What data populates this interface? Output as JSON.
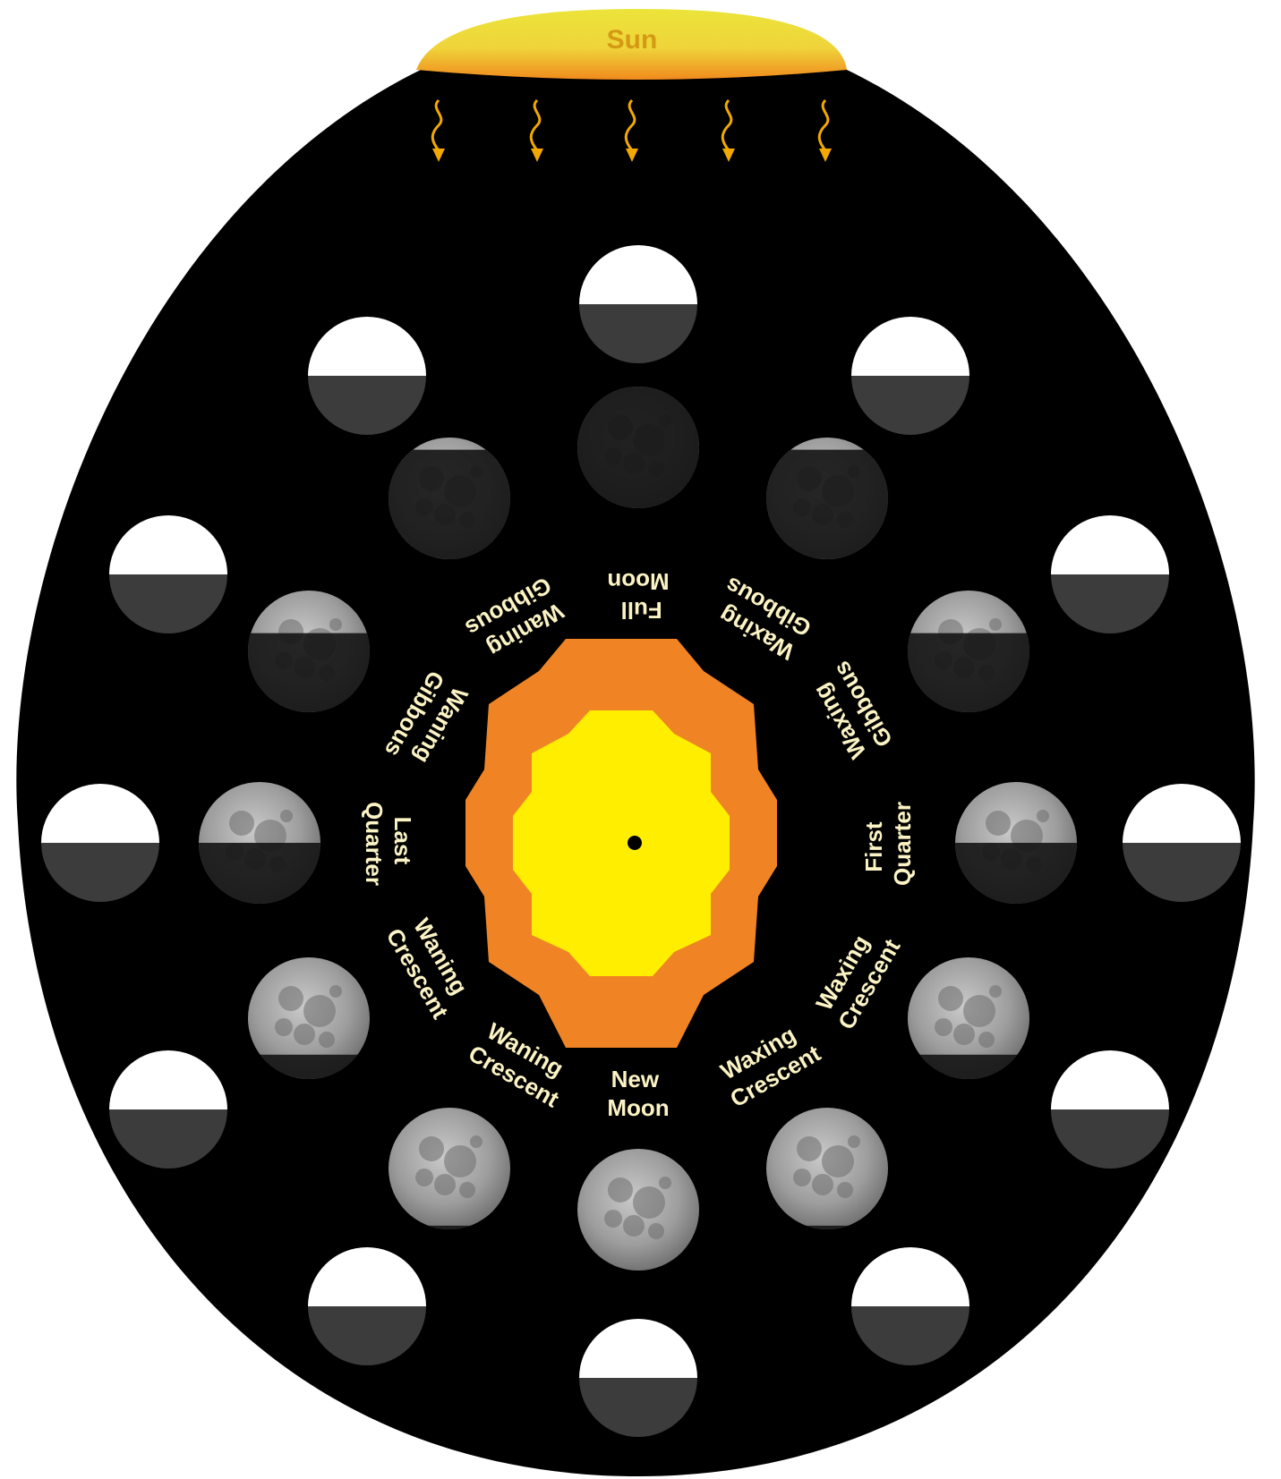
{
  "sun": {
    "label": "Sun"
  },
  "phase_labels": {
    "full_moon": [
      "Full",
      "Moon"
    ],
    "waxing_gibbous_1": [
      "Waxing",
      "Gibbous"
    ],
    "waxing_gibbous_2": [
      "Waxing",
      "Gibbous"
    ],
    "first_quarter": [
      "First",
      "Quarter"
    ],
    "waxing_crescent_1": [
      "Waxing",
      "Crescent"
    ],
    "waxing_crescent_2": [
      "Waxing",
      "Crescent"
    ],
    "new_moon": [
      "New",
      "Moon"
    ],
    "waning_crescent_1": [
      "Waning",
      "Crescent"
    ],
    "waning_crescent_2": [
      "Waning",
      "Crescent"
    ],
    "last_quarter": [
      "Last",
      "Quarter"
    ],
    "waning_gibbous_1": [
      "Waning",
      "Gibbous"
    ],
    "waning_gibbous_2": [
      "Waning",
      "Gibbous"
    ]
  },
  "colors": {
    "space": "#000000",
    "sun_top": "#ece43a",
    "sun_bottom": "#f08a1e",
    "sunray": "#f2a800",
    "earth_outer": "#f08424",
    "earth_inner": "#ffee00",
    "label": "#fbf3c4",
    "moon_lit": "#ffffff",
    "moon_dark": "#3c3c3c",
    "moon_surface": "#a7a7a7",
    "moon_shadow": "#141414"
  }
}
